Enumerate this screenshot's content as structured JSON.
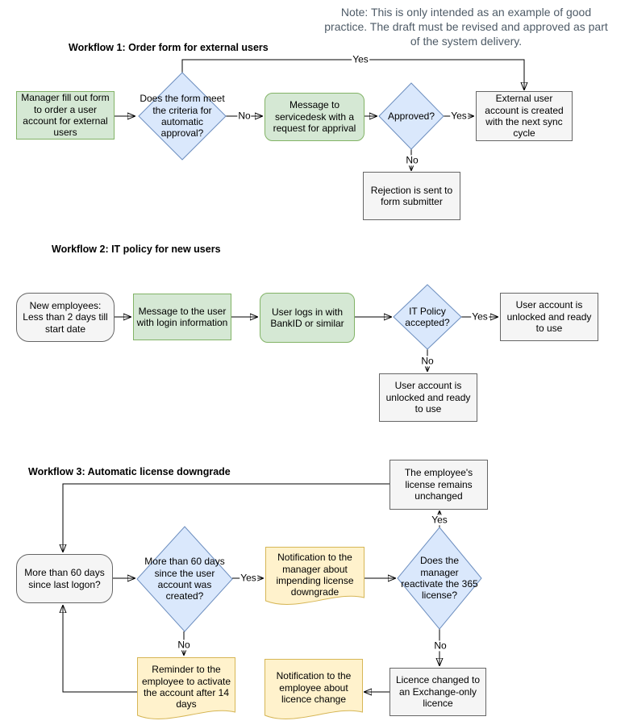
{
  "note": {
    "text": "Note: This is only intended as an example of good practice. The draft must be revised and approved as part of the system delivery."
  },
  "colors": {
    "process_green_fill": "#d5e8d4",
    "process_green_border": "#82b366",
    "decision_blue_fill": "#dae8fc",
    "decision_blue_border": "#6c8ebf",
    "terminal_gray_fill": "#f5f5f5",
    "terminal_gray_border": "#666666",
    "document_yellow_fill": "#fff2cc",
    "document_yellow_border": "#d6b656",
    "connector_black": "#000000",
    "note_text": "#4e5b67"
  },
  "w1": {
    "title": "Workflow 1: Order form for external users",
    "nodes": {
      "start": "Manager fill out form to order a user account for external users",
      "criteria_decision": "Does the form meet\nthe criteria for\nautomatic\napproval?",
      "servicedesk": "Message to servicedesk with a request for apprival",
      "approved_decision": "Approved?",
      "account_created": "External user account is created with the next sync cycle",
      "rejection": "Rejection is sent to form submitter"
    },
    "edge_labels": {
      "yes_top": "Yes",
      "no_criteria": "No",
      "yes_approved": "Yes",
      "no_approved": "No"
    }
  },
  "w2": {
    "title": "Workflow 2: IT policy for new users",
    "nodes": {
      "start": "New employees: Less than 2 days till start date",
      "login_message": "Message to the user with login information",
      "bankid_login": "User logs in with BankID or similar",
      "policy_decision": "IT Policy accepted?",
      "unlocked_yes": "User account is unlocked and ready to use",
      "unlocked_no": "User account is unlocked and ready to use"
    },
    "edge_labels": {
      "yes": "Yes",
      "no": "No"
    }
  },
  "w3": {
    "title": "Workflow 3: Automatic license downgrade",
    "nodes": {
      "license_unchanged": "The employee's license remains unchanged",
      "start": "More than 60 days since last logon?",
      "age_decision": "More than 60 days\nsince the user\naccount was\ncreated?",
      "doc_manager": "Notification to the manager about impending license downgrade",
      "reactivate_decision": "Does the\nmanager\nreactivate the 365\nlicense?",
      "doc_reminder": "Reminder to the employee to activate the account after 14 days",
      "doc_employee": "Notification to the employee about licence change",
      "licence_changed": "Licence changed to an Exchange-only licence"
    },
    "edge_labels": {
      "yes_age": "Yes",
      "no_age": "No",
      "yes_reactivate": "Yes",
      "no_reactivate": "No"
    }
  }
}
